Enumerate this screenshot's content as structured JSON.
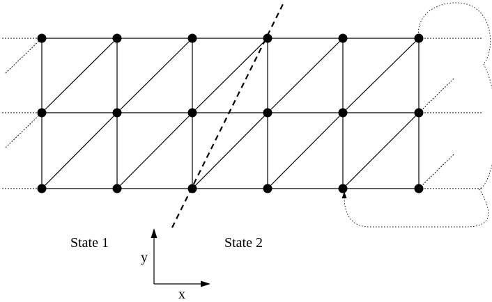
{
  "labels": {
    "state_left": "State 1",
    "state_right": "State 2",
    "axis_x": "x",
    "axis_y": "y"
  },
  "colors": {
    "ink": "#000000",
    "background": "#ffffff"
  }
}
